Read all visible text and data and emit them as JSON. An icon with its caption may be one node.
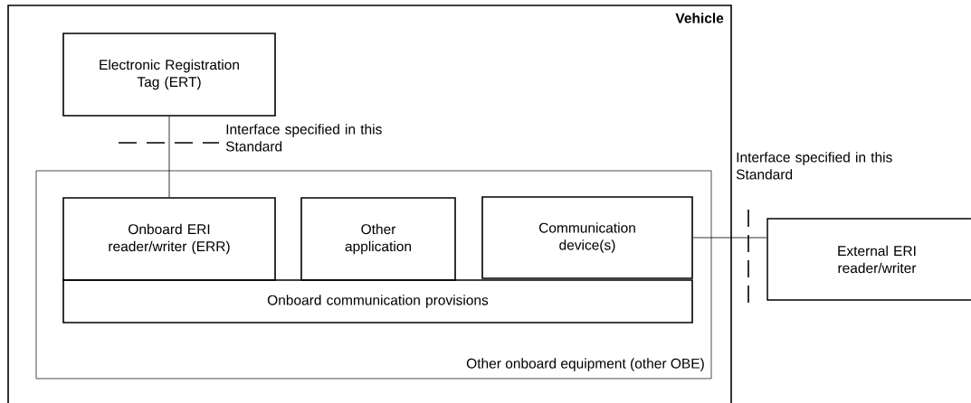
{
  "diagram": {
    "nodes": [
      {
        "text": [
          "Vehicle"
        ]
      },
      {
        "text": [
          "Electronic Registration Tag (ERT)"
        ],
        "in": 0
      },
      {
        "text": [
          "Other onboard equipment (other OBE)"
        ],
        "in": 0
      },
      {
        "text": [
          "Onboard ERI reader/writer (ERR)"
        ],
        "in": 2
      },
      {
        "text": [
          "Other application"
        ],
        "in": 2
      },
      {
        "text": [
          "Communication device(s)"
        ],
        "in": 2
      },
      {
        "text": [
          "Onboard communication provisions"
        ],
        "in": 2
      },
      {
        "text": [
          "External ERI reader/writer"
        ]
      }
    ],
    "edges": [
      {
        "from": 1,
        "to": 3,
        "arrow": "none"
      },
      {
        "from": 5,
        "to": 7,
        "arrow": "none"
      }
    ],
    "labels": [
      "Interface specified in this Standard",
      "Interface specified in this Standard"
    ]
  }
}
